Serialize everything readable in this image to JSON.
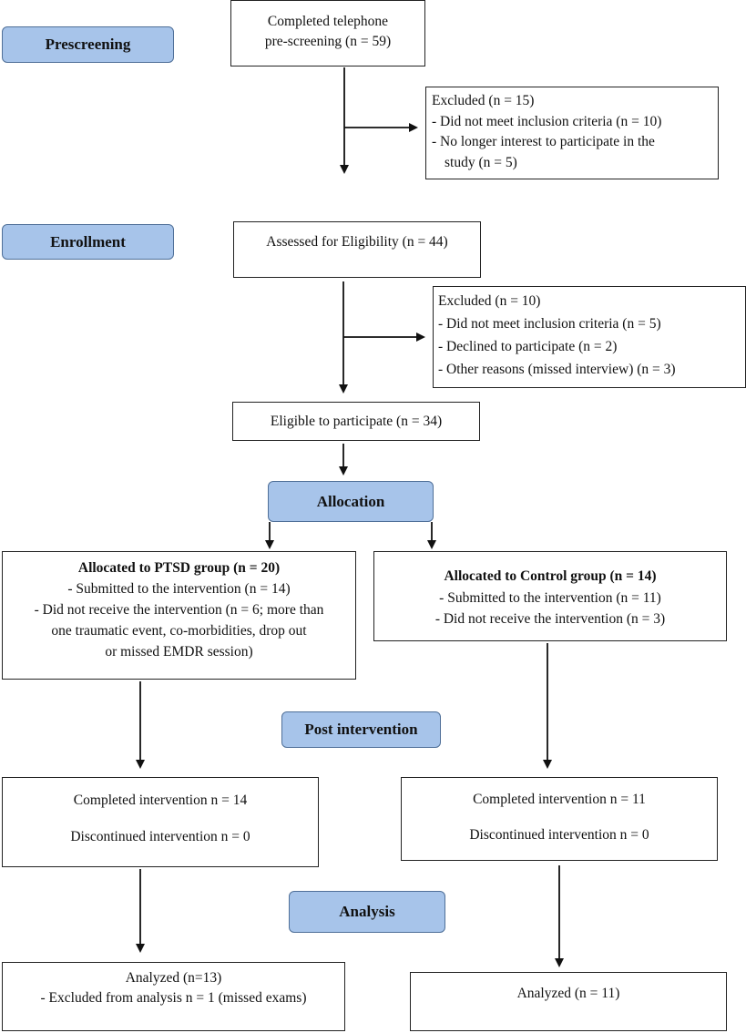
{
  "stages": {
    "prescreening": "Prescreening",
    "enrollment": "Enrollment",
    "allocation": "Allocation",
    "post_intervention": "Post intervention",
    "analysis": "Analysis"
  },
  "boxes": {
    "prescreen": [
      "Completed telephone",
      "pre-screening (n = 59)"
    ],
    "excluded1": {
      "title": "Excluded (n = 15)",
      "items": [
        "- Did not meet inclusion criteria (n = 10)",
        "- No longer interest to participate in the",
        "study (n = 5)"
      ]
    },
    "assessed": "Assessed for Eligibility (n = 44)",
    "excluded2": {
      "title": "Excluded (n = 10)",
      "items": [
        "- Did not meet inclusion criteria (n = 5)",
        "- Declined to participate (n = 2)",
        "- Other reasons (missed interview) (n = 3)"
      ]
    },
    "eligible": "Eligible to participate (n = 34)",
    "ptsd_alloc": {
      "title": "Allocated to PTSD group  (n = 20)",
      "lines": [
        "- Submitted to the intervention (n = 14)",
        "- Did not receive the intervention (n = 6; more than",
        "one traumatic event, co-morbidities, drop out",
        "or missed EMDR session)"
      ]
    },
    "control_alloc": {
      "title": "Allocated to Control group (n = 14)",
      "lines": [
        "- Submitted to the intervention (n = 11)",
        "- Did not receive the intervention (n = 3)"
      ]
    },
    "ptsd_post": [
      "Completed intervention n = 14",
      "Discontinued intervention n = 0"
    ],
    "control_post": [
      "Completed intervention n = 11",
      "Discontinued intervention n = 0"
    ],
    "ptsd_analysis": [
      "Analyzed (n=13)",
      "- Excluded from analysis n = 1 (missed exams)"
    ],
    "control_analysis": "Analyzed (n = 11)"
  }
}
